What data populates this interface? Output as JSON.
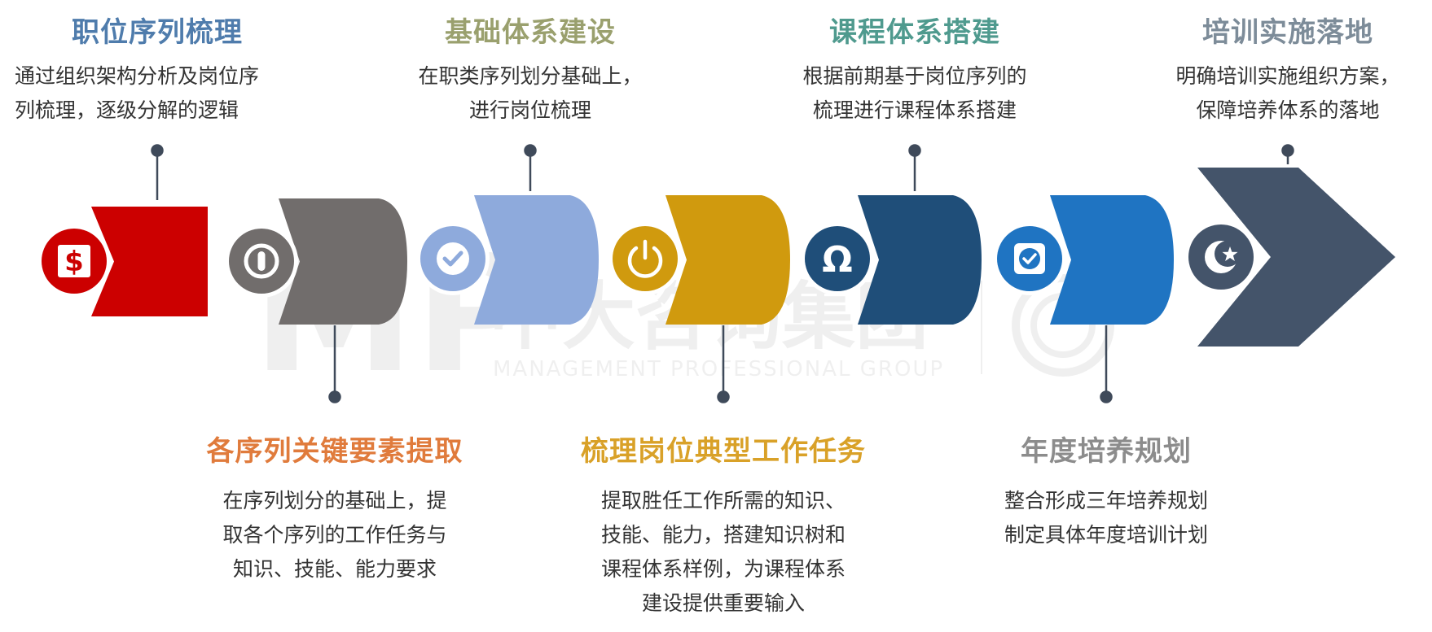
{
  "watermark": {
    "logo": "MP",
    "company": "中大咨询集团",
    "tagline": "MANAGEMENT PROFESSIONAL GROUP"
  },
  "steps": [
    {
      "title": "职位序列梳理",
      "desc": [
        "通过组织架构分析及岗位序",
        "列梳理，逐级分解的逻辑"
      ],
      "color": "#CC0000",
      "title_color": "#4F7CAC",
      "icon": "dollar-icon"
    },
    {
      "title": "各序列关键要素提取",
      "desc": [
        "在序列划分的基础上，提",
        "取各个序列的工作任务与",
        "知识、技能、能力要求"
      ],
      "color": "#716D6C",
      "title_color": "#E07B3C",
      "icon": "power-symbol-icon"
    },
    {
      "title": "基础体系建设",
      "desc": [
        "在职类序列划分基础上，",
        "进行岗位梳理"
      ],
      "color": "#8EAADC",
      "title_color": "#9AA06E",
      "icon": "check-circle-icon"
    },
    {
      "title": "梳理岗位典型工作任务",
      "desc": [
        "提取胜任工作所需的知识、",
        "技能、能力，搭建知识树和",
        "课程体系样例，为课程体系",
        "建设提供重要输入"
      ],
      "color": "#D09A0E",
      "title_color": "#D9A128",
      "icon": "power-icon"
    },
    {
      "title": "课程体系搭建",
      "desc": [
        "根据前期基于岗位序列的",
        "梳理进行课程体系搭建"
      ],
      "color": "#1F4E79",
      "title_color": "#4F9A8E",
      "icon": "omega-icon"
    },
    {
      "title": "年度培养规划",
      "desc": [
        "整合形成三年培养规划",
        "制定具体年度培训计划"
      ],
      "color": "#1F74C2",
      "title_color": "#8C8C8C",
      "icon": "checkbox-icon"
    },
    {
      "title": "培训实施落地",
      "desc": [
        "明确培训实施组织方案，",
        "保障培养体系的落地"
      ],
      "color": "#44546A",
      "title_color": "#7D8C99",
      "icon": "star-crescent-icon"
    }
  ]
}
